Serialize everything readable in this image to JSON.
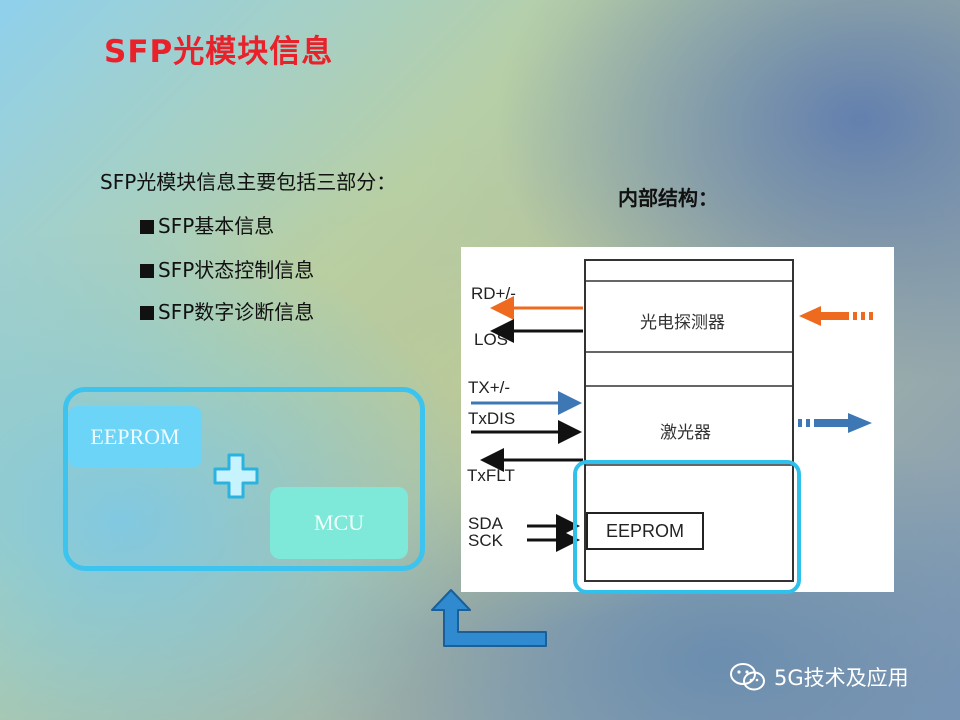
{
  "slide": {
    "title": "SFP光模块信息",
    "intro": "SFP光模块信息主要包括三部分：",
    "bullets": [
      "SFP基本信息",
      "SFP状态控制信息",
      "SFP数字诊断信息"
    ],
    "structure_title": "内部结构："
  },
  "composite": {
    "eeprom": "EEPROM",
    "plus_icon": "plus-icon",
    "mcu": "MCU",
    "colors": {
      "frame": "#3cc3ee",
      "eeprom": "#6bd4f7",
      "mcu": "#7ee8d9"
    }
  },
  "diagram": {
    "signals": {
      "rd": "RD+/-",
      "los": "LOS",
      "tx": "TX+/-",
      "txdis": "TxDIS",
      "txflt": "TxFLT",
      "sda": "SDA",
      "sck": "SCK"
    },
    "components": {
      "detector": "光电探测器",
      "laser": "激光器",
      "eeprom": "EEPROM"
    },
    "colors": {
      "rx_arrow": "#ee6a1f",
      "tx_arrow": "#3d78b5"
    }
  },
  "watermark": {
    "text": "5G技术及应用",
    "icon": "wechat-icon"
  }
}
